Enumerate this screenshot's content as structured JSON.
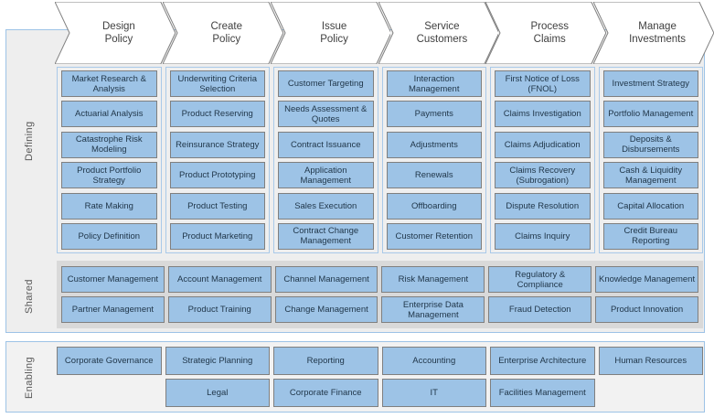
{
  "bands": {
    "defining_label": "Defining",
    "shared_label": "Shared",
    "enabling_label": "Enabling"
  },
  "colors": {
    "box_fill": "#9DC3E6",
    "box_border": "#7F7F7F",
    "shared_band": "#D9D9D9",
    "frame_border": "#9DC3E6",
    "panel_bg": "#EFEFEF"
  },
  "columns": [
    {
      "header": "Design\nPolicy",
      "header_line1": "Design",
      "header_line2": "Policy",
      "defining": [
        "Market Research & Analysis",
        "Actuarial Analysis",
        "Catastrophe Risk Modeling",
        "Product Portfolio Strategy",
        "Rate Making",
        "Policy Definition"
      ],
      "shared": [
        "Customer Management",
        "Partner Management"
      ],
      "enabling": [
        "Corporate Governance"
      ]
    },
    {
      "header_line1": "Create",
      "header_line2": "Policy",
      "defining": [
        "Underwriting Criteria Selection",
        "Product Reserving",
        "Reinsurance Strategy",
        "Product Prototyping",
        "Product Testing",
        "Product Marketing"
      ],
      "shared": [
        "Account Management",
        "Product Training"
      ],
      "enabling": [
        "Strategic Planning",
        "Legal"
      ]
    },
    {
      "header_line1": "Issue",
      "header_line2": "Policy",
      "defining": [
        "Customer Targeting",
        "Needs Assessment & Quotes",
        "Contract Issuance",
        "Application Management",
        "Sales Execution",
        "Contract Change Management"
      ],
      "shared": [
        "Channel Management",
        "Change Management"
      ],
      "enabling": [
        "Reporting",
        "Corporate Finance"
      ]
    },
    {
      "header_line1": "Service",
      "header_line2": "Customers",
      "defining": [
        "Interaction Management",
        "Payments",
        "Adjustments",
        "Renewals",
        "Offboarding",
        "Customer Retention"
      ],
      "shared": [
        "Risk Management",
        "Enterprise Data Management"
      ],
      "enabling": [
        "Accounting",
        "IT"
      ]
    },
    {
      "header_line1": "Process",
      "header_line2": "Claims",
      "defining": [
        "First Notice of Loss (FNOL)",
        "Claims Investigation",
        "Claims Adjudication",
        "Claims Recovery (Subrogation)",
        "Dispute Resolution",
        "Claims Inquiry"
      ],
      "shared": [
        "Regulatory & Compliance",
        "Fraud Detection"
      ],
      "enabling": [
        "Enterprise Architecture",
        "Facilities Management"
      ]
    },
    {
      "header_line1": "Manage",
      "header_line2": "Investments",
      "defining": [
        "Investment Strategy",
        "Portfolio Management",
        "Deposits & Disbursements",
        "Cash & Liquidity Management",
        "Capital Allocation",
        "Credit Bureau Reporting"
      ],
      "shared": [
        "Knowledge Management",
        "Product Innovation"
      ],
      "enabling": [
        "Human Resources"
      ]
    }
  ]
}
